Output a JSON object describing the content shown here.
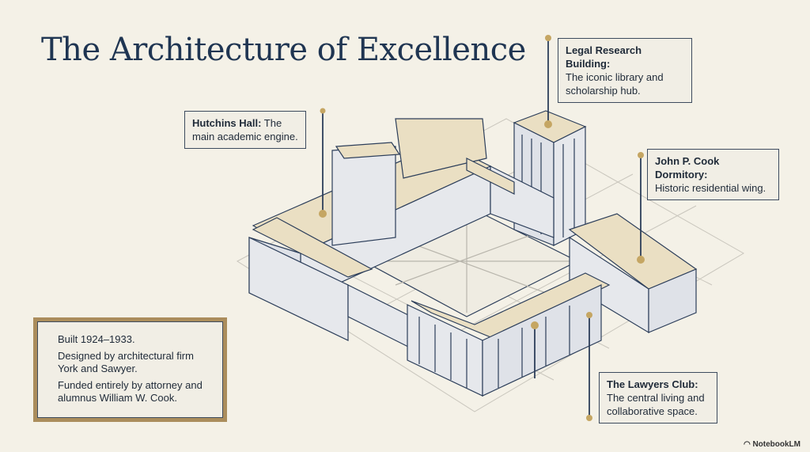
{
  "title": "The Architecture of Excellence",
  "callouts": {
    "legal": {
      "name": "Legal Research Building:",
      "desc": "The iconic library and scholarship hub."
    },
    "hutchins": {
      "name": "Hutchins Hall:",
      "desc": "The main academic engine."
    },
    "cook": {
      "name": "John P. Cook Dormitory:",
      "desc": "Historic residential wing."
    },
    "lawyers": {
      "name": "The Lawyers Club:",
      "desc": "The central living and collaborative space."
    }
  },
  "facts": [
    "Built 1924–1933.",
    "Designed by architectural firm York and Sawyer.",
    "Funded entirely by attorney and alumnus William W. Cook."
  ],
  "brand": "NotebookLM",
  "colors": {
    "navy": "#1f3552",
    "gold": "#c5a663",
    "background": "#f4f1e7"
  }
}
